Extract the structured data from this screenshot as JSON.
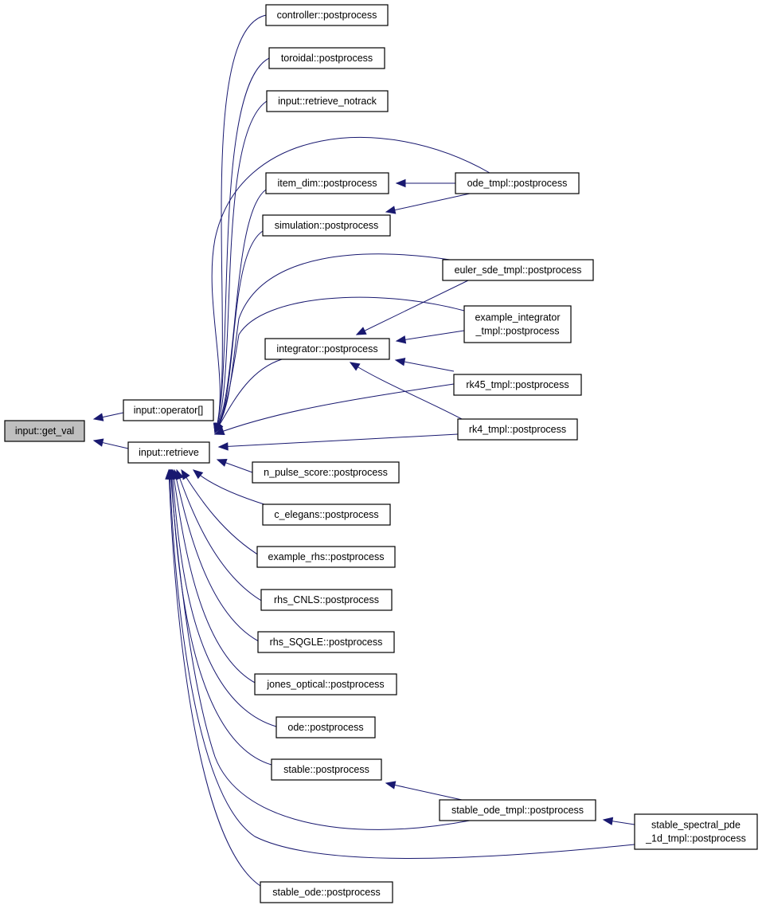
{
  "nodes": [
    {
      "id": "get_val",
      "lines": [
        "input::get_val"
      ],
      "highlighted": true
    },
    {
      "id": "operator",
      "lines": [
        "input::operator[]"
      ]
    },
    {
      "id": "retrieve",
      "lines": [
        "input::retrieve"
      ]
    },
    {
      "id": "controller",
      "lines": [
        "controller::postprocess"
      ]
    },
    {
      "id": "toroidal",
      "lines": [
        "toroidal::postprocess"
      ]
    },
    {
      "id": "notrack",
      "lines": [
        "input::retrieve_notrack"
      ]
    },
    {
      "id": "item_dim",
      "lines": [
        "item_dim::postprocess"
      ]
    },
    {
      "id": "simulation",
      "lines": [
        "simulation::postprocess"
      ]
    },
    {
      "id": "ode_tmpl",
      "lines": [
        "ode_tmpl::postprocess"
      ]
    },
    {
      "id": "euler",
      "lines": [
        "euler_sde_tmpl::postprocess"
      ]
    },
    {
      "id": "example_integrator",
      "lines": [
        "example_integrator",
        "_tmpl::postprocess"
      ]
    },
    {
      "id": "integrator",
      "lines": [
        "integrator::postprocess"
      ]
    },
    {
      "id": "rk45",
      "lines": [
        "rk45_tmpl::postprocess"
      ]
    },
    {
      "id": "rk4",
      "lines": [
        "rk4_tmpl::postprocess"
      ]
    },
    {
      "id": "n_pulse",
      "lines": [
        "n_pulse_score::postprocess"
      ]
    },
    {
      "id": "c_elegans",
      "lines": [
        "c_elegans::postprocess"
      ]
    },
    {
      "id": "example_rhs",
      "lines": [
        "example_rhs::postprocess"
      ]
    },
    {
      "id": "rhs_cnls",
      "lines": [
        "rhs_CNLS::postprocess"
      ]
    },
    {
      "id": "rhs_sqgle",
      "lines": [
        "rhs_SQGLE::postprocess"
      ]
    },
    {
      "id": "jones",
      "lines": [
        "jones_optical::postprocess"
      ]
    },
    {
      "id": "ode",
      "lines": [
        "ode::postprocess"
      ]
    },
    {
      "id": "stable",
      "lines": [
        "stable::postprocess"
      ]
    },
    {
      "id": "stable_ode_tmpl",
      "lines": [
        "stable_ode_tmpl::postprocess"
      ]
    },
    {
      "id": "stable_spectral",
      "lines": [
        "stable_spectral_pde",
        "_1d_tmpl::postprocess"
      ]
    },
    {
      "id": "stable_ode",
      "lines": [
        "stable_ode::postprocess"
      ]
    }
  ],
  "edges": [
    {
      "from": "operator",
      "to": "get_val"
    },
    {
      "from": "retrieve",
      "to": "get_val"
    },
    {
      "from": "controller",
      "to": "retrieve"
    },
    {
      "from": "toroidal",
      "to": "retrieve"
    },
    {
      "from": "notrack",
      "to": "retrieve"
    },
    {
      "from": "item_dim",
      "to": "retrieve"
    },
    {
      "from": "simulation",
      "to": "retrieve"
    },
    {
      "from": "ode_tmpl",
      "to": "retrieve"
    },
    {
      "from": "ode_tmpl",
      "to": "item_dim"
    },
    {
      "from": "ode_tmpl",
      "to": "simulation"
    },
    {
      "from": "euler",
      "to": "retrieve"
    },
    {
      "from": "euler",
      "to": "integrator"
    },
    {
      "from": "example_integrator",
      "to": "retrieve"
    },
    {
      "from": "example_integrator",
      "to": "integrator"
    },
    {
      "from": "integrator",
      "to": "retrieve"
    },
    {
      "from": "rk45",
      "to": "retrieve"
    },
    {
      "from": "rk45",
      "to": "integrator"
    },
    {
      "from": "rk4",
      "to": "retrieve"
    },
    {
      "from": "rk4",
      "to": "integrator"
    },
    {
      "from": "n_pulse",
      "to": "retrieve"
    },
    {
      "from": "c_elegans",
      "to": "retrieve"
    },
    {
      "from": "example_rhs",
      "to": "retrieve"
    },
    {
      "from": "rhs_cnls",
      "to": "retrieve"
    },
    {
      "from": "rhs_sqgle",
      "to": "retrieve"
    },
    {
      "from": "jones",
      "to": "retrieve"
    },
    {
      "from": "ode",
      "to": "retrieve"
    },
    {
      "from": "stable",
      "to": "retrieve"
    },
    {
      "from": "stable_ode_tmpl",
      "to": "retrieve"
    },
    {
      "from": "stable_ode_tmpl",
      "to": "stable"
    },
    {
      "from": "stable_spectral",
      "to": "retrieve"
    },
    {
      "from": "stable_spectral",
      "to": "stable_ode_tmpl"
    },
    {
      "from": "stable_ode",
      "to": "retrieve"
    }
  ]
}
